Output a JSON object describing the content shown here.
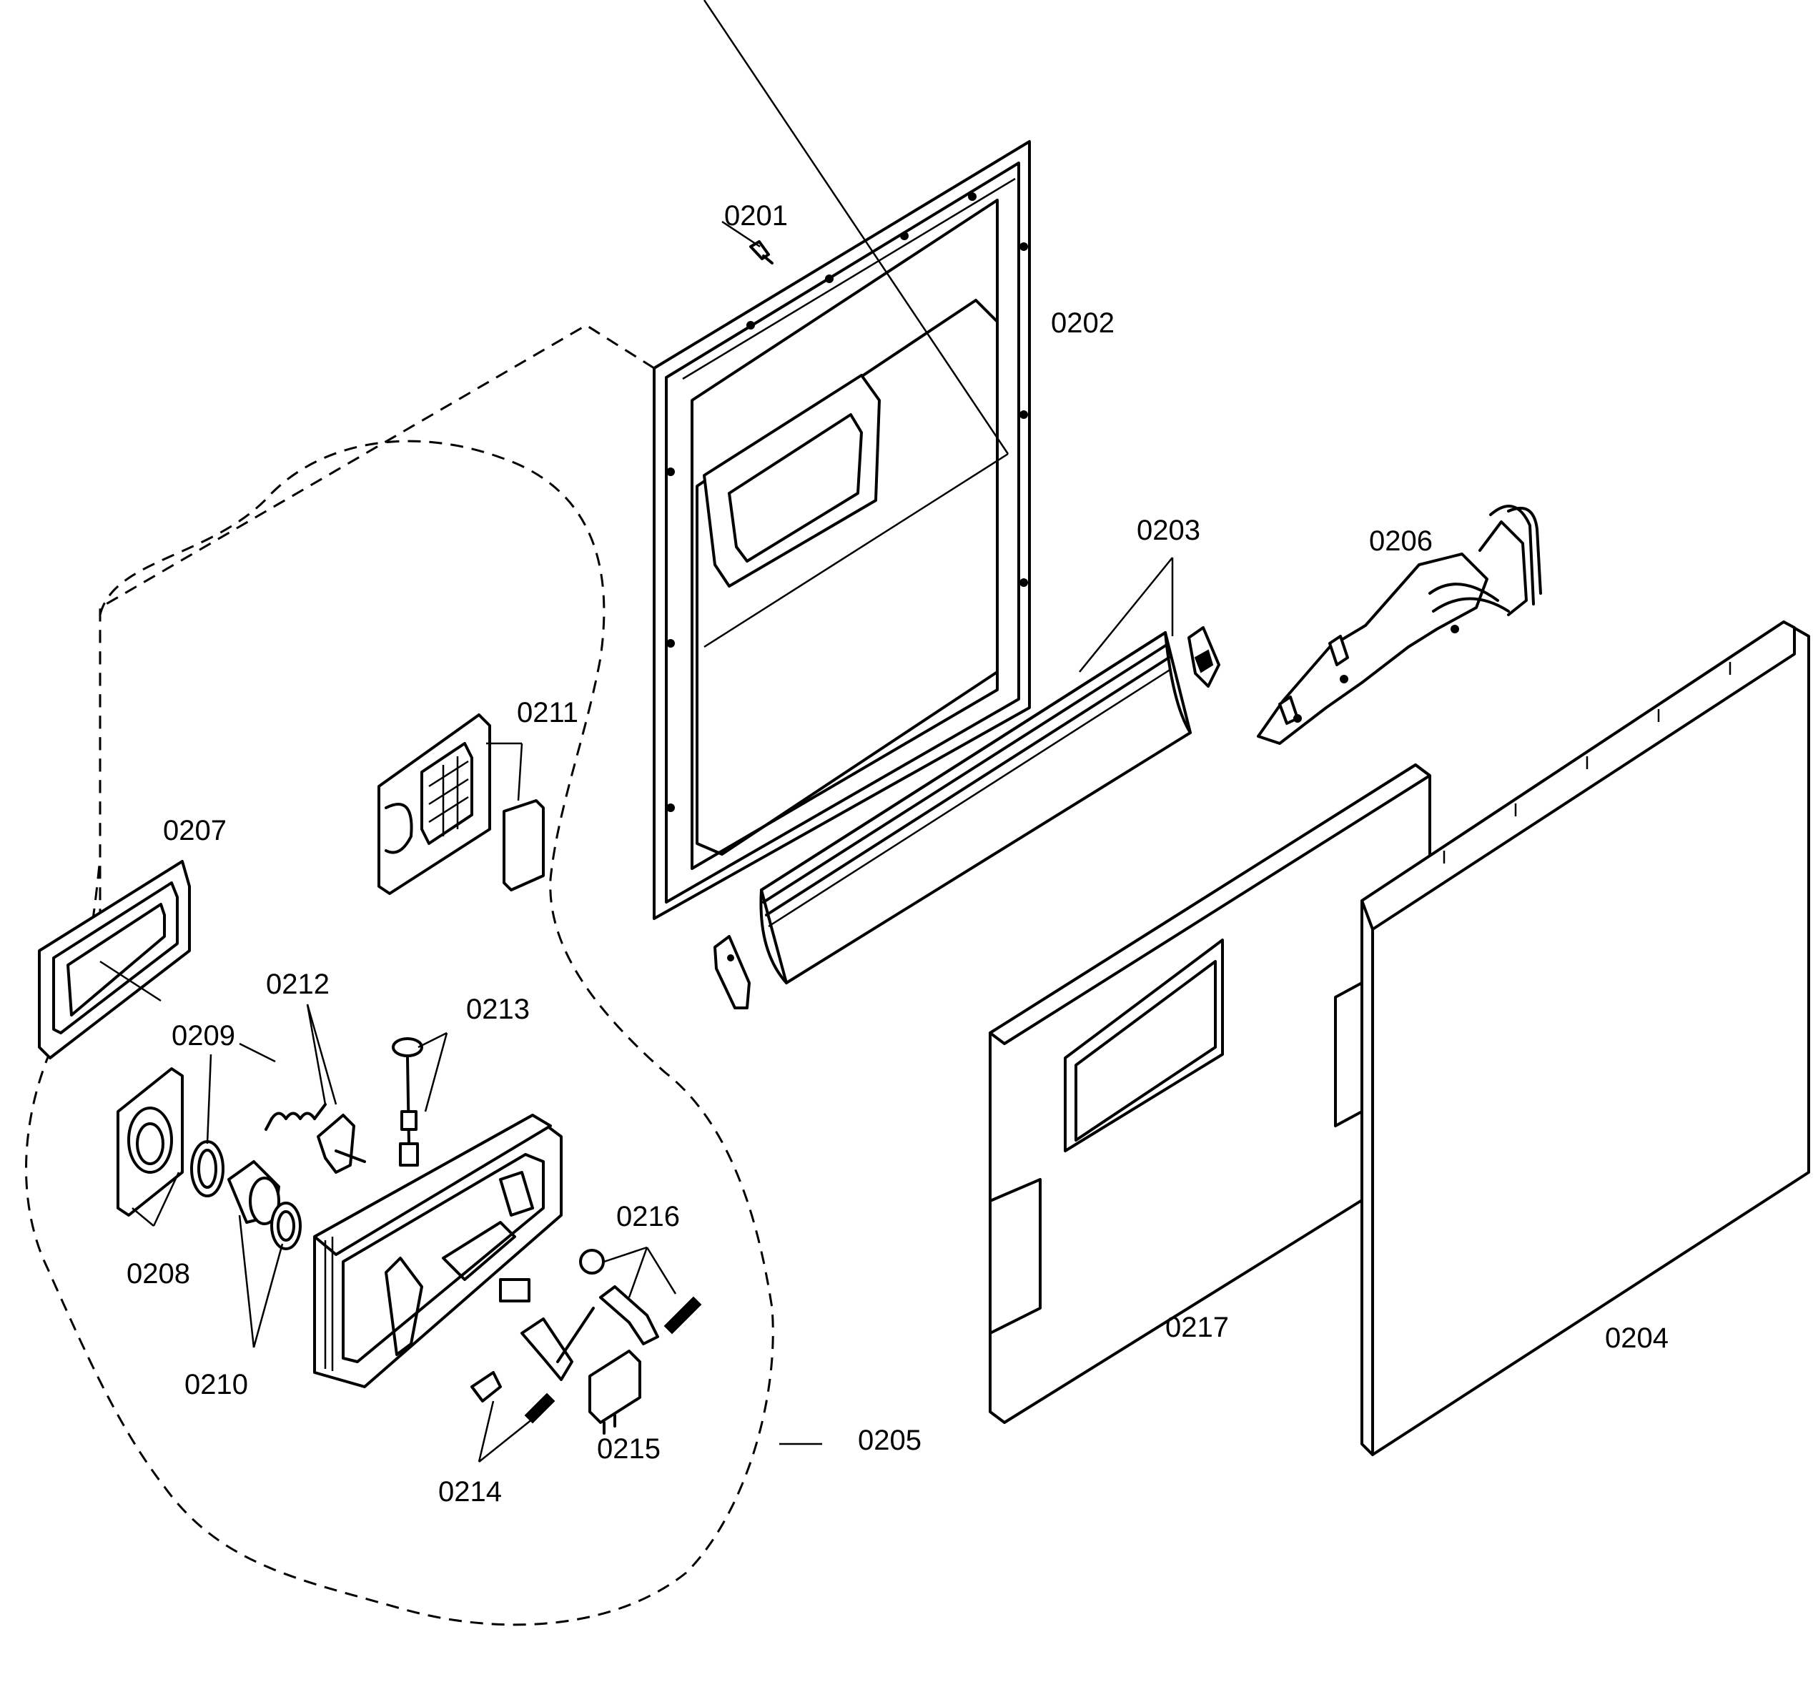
{
  "labels": {
    "p0201": "0201",
    "p0202": "0202",
    "p0203": "0203",
    "p0204": "0204",
    "p0205": "0205",
    "p0206": "0206",
    "p0207": "0207",
    "p0208": "0208",
    "p0209": "0209",
    "p0210": "0210",
    "p0211": "0211",
    "p0212": "0212",
    "p0213": "0213",
    "p0214": "0214",
    "p0215": "0215",
    "p0216": "0216",
    "p0217": "0217"
  }
}
